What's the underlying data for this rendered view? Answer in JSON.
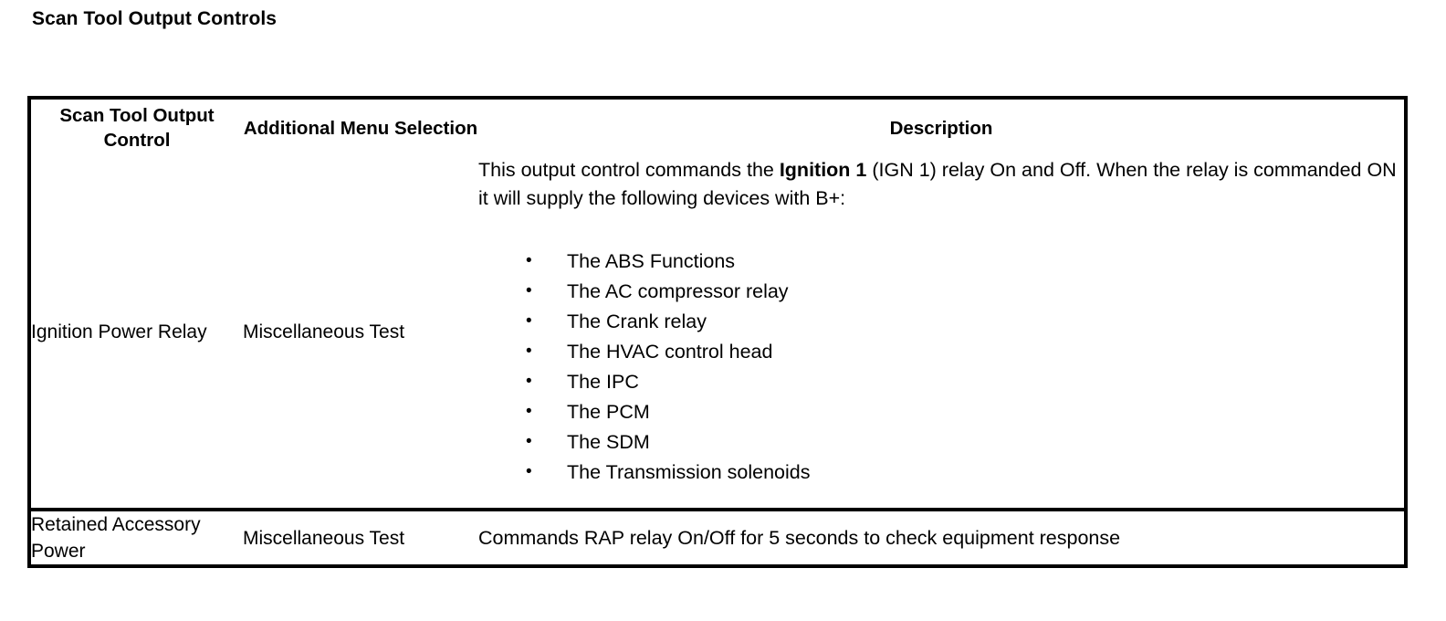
{
  "page": {
    "title": "Scan Tool Output Controls"
  },
  "table": {
    "columns": [
      {
        "id": "scan-tool-output-control",
        "header": "Scan Tool Output Control"
      },
      {
        "id": "additional-menu-selection",
        "header": "Additional Menu Selection"
      },
      {
        "id": "description",
        "header": "Description"
      }
    ],
    "rows": [
      {
        "control": "Ignition Power Relay",
        "menu_selection": "Miscellaneous Test",
        "description_intro_part1": "This output control commands the ",
        "description_intro_emph": "Ignition 1",
        "description_intro_part2": " (IGN 1) relay On and Off. When the relay is commanded ON it will supply the following devices with B+:",
        "device_list": [
          "The ABS Functions",
          "The AC compressor relay",
          "The Crank relay",
          "The HVAC control head",
          "The IPC",
          "The PCM",
          "The SDM",
          "The Transmission solenoids"
        ]
      },
      {
        "control": "Retained Accessory Power",
        "menu_selection": "Miscellaneous Test",
        "description": "Commands RAP relay On/Off for 5 seconds to check equipment response"
      }
    ]
  },
  "colors": {
    "background": "#ffffff",
    "text": "#000000",
    "border": "#000000"
  }
}
